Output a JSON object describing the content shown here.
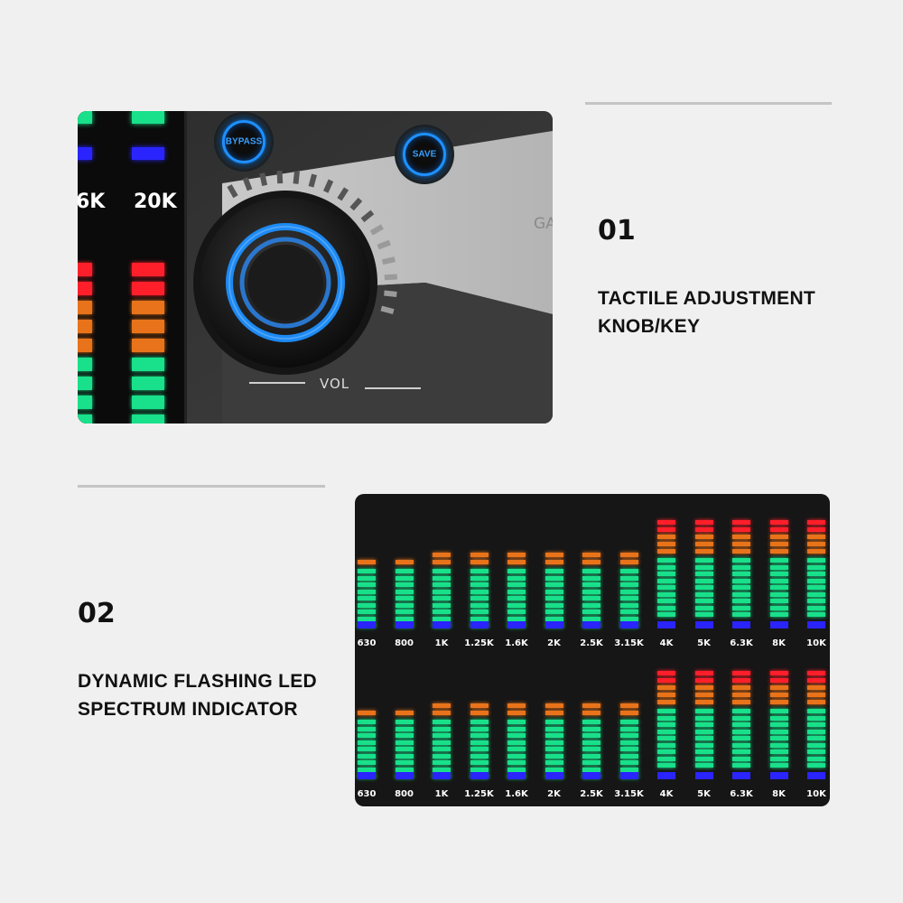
{
  "features": [
    {
      "number": "01",
      "title_line1": "TACTILE ADJUSTMENT",
      "title_line2": "KNOB/KEY"
    },
    {
      "number": "02",
      "title_line1": "DYNAMIC FLASHING LED",
      "title_line2": "SPECTRUM INDICATOR"
    }
  ],
  "panel": {
    "bypass_label": "BYPASS",
    "save_label": "SAVE",
    "vol_label": "VOL",
    "side_label": "GA",
    "strip_labels": [
      "6K",
      "20K"
    ]
  },
  "spectrum": {
    "bands": [
      "630",
      "800",
      "1K",
      "1.25K",
      "1.6K",
      "2K",
      "2.5K",
      "3.15K",
      "4K",
      "5K",
      "6.3K",
      "8K",
      "10K"
    ],
    "rows": 2
  },
  "colors": {
    "led_green": "#19e08a",
    "led_orange": "#e8731a",
    "led_red": "#ff1f2a",
    "led_blue": "#2a24ff",
    "accent_blue": "#1e90ff"
  }
}
